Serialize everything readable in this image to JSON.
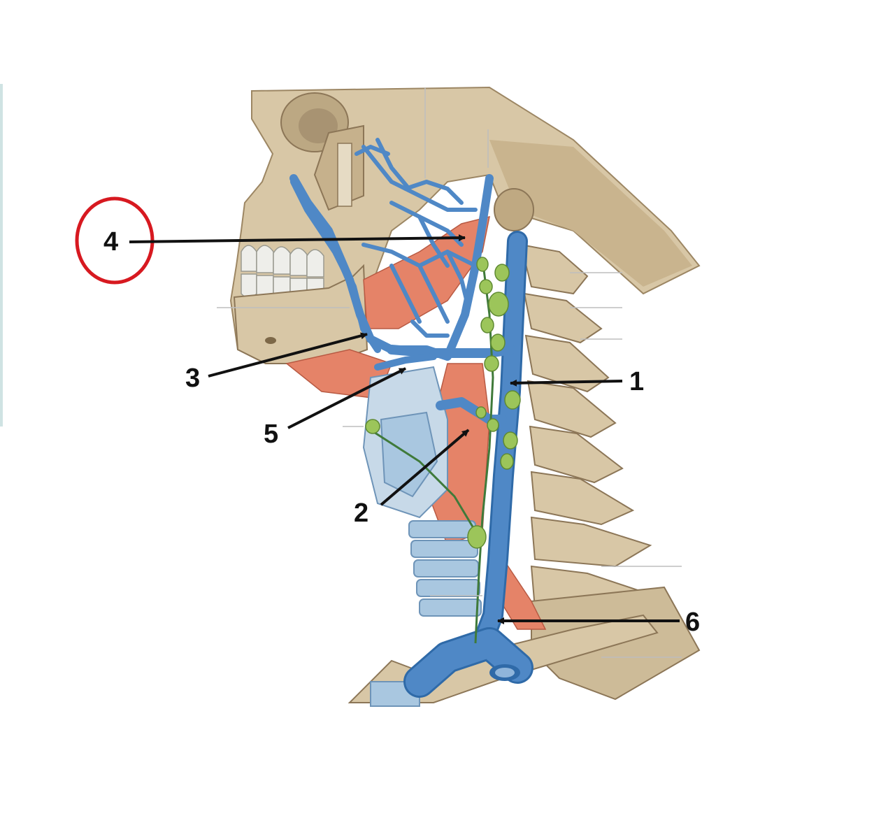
{
  "labels": {
    "n1": "1",
    "n2": "2",
    "n3": "3",
    "n4": "4",
    "n5": "5",
    "n6": "6"
  },
  "highlight": {
    "label": "4",
    "ring_color": "#d71920"
  },
  "colors": {
    "vein": "#4f88c6",
    "vein_dark": "#2f6aa8",
    "bone": "#d8c7a6",
    "bone_shadow": "#b9a47f",
    "muscle": "#e58368",
    "node": "#9cc55a",
    "lymph_line": "#3f7a3a",
    "cartilage": "#a9c7e0",
    "leader": "#111111"
  },
  "icons": [
    "skull-drawing",
    "cervical-spine-drawing",
    "jugular-vein-drawing",
    "lymph-node-drawing"
  ]
}
